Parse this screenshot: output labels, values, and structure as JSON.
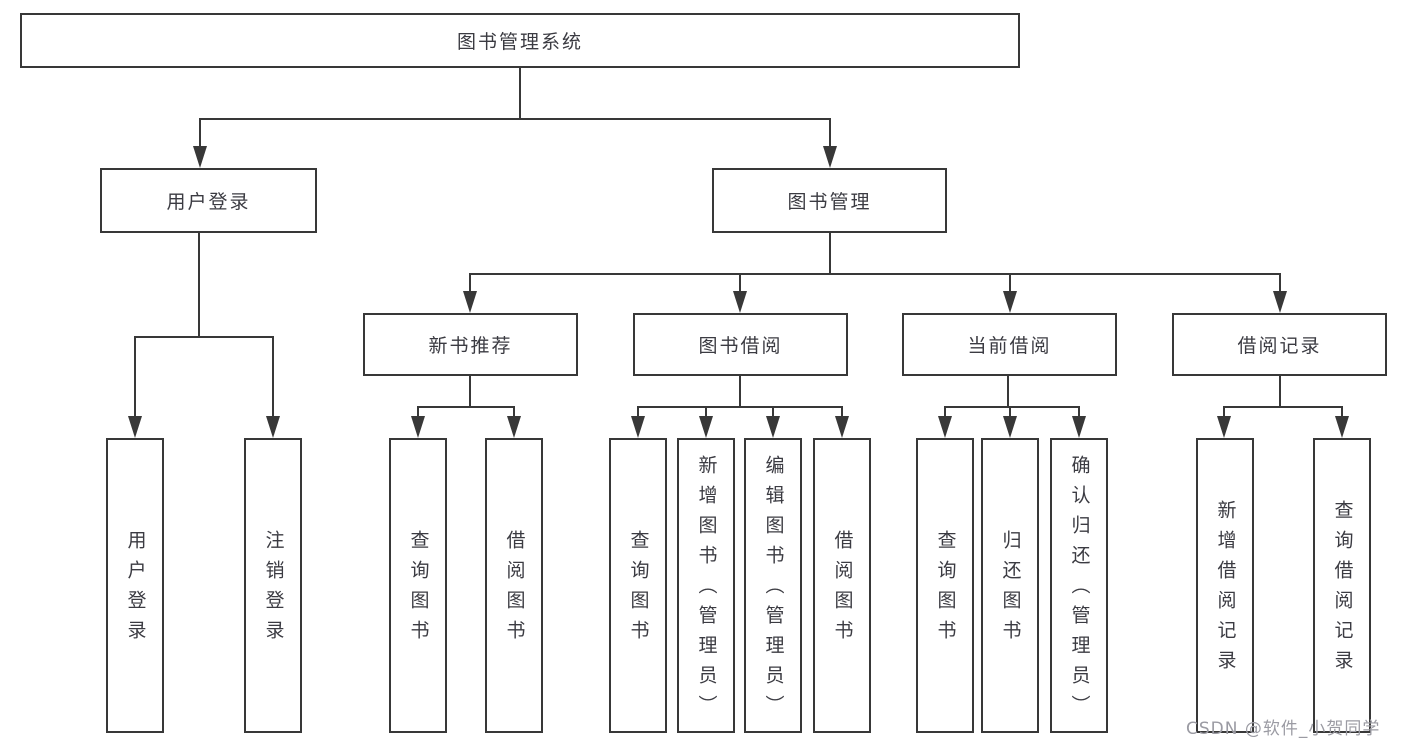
{
  "tree": {
    "label": "图书管理系统",
    "children": [
      {
        "label": "用户登录",
        "children": [
          {
            "label": "用户登录"
          },
          {
            "label": "注销登录"
          }
        ]
      },
      {
        "label": "图书管理",
        "children": [
          {
            "label": "新书推荐",
            "children": [
              {
                "label": "查询图书"
              },
              {
                "label": "借阅图书"
              }
            ]
          },
          {
            "label": "图书借阅",
            "children": [
              {
                "label": "查询图书"
              },
              {
                "label": "新增图书（管理员）"
              },
              {
                "label": "编辑图书（管理员）"
              },
              {
                "label": "借阅图书"
              }
            ]
          },
          {
            "label": "当前借阅",
            "children": [
              {
                "label": "查询图书"
              },
              {
                "label": "归还图书"
              },
              {
                "label": "确认归还（管理员）"
              }
            ]
          },
          {
            "label": "借阅记录",
            "children": [
              {
                "label": "新增借阅记录"
              },
              {
                "label": "查询借阅记录"
              }
            ]
          }
        ]
      }
    ]
  },
  "watermark": {
    "text": "CSDN @软件_小贺同学"
  },
  "colors": {
    "line": "#383838",
    "node_border": "#383838",
    "node_text": "#3b3b42",
    "watermark": "#9b9ba3",
    "background": "#ffffff"
  }
}
